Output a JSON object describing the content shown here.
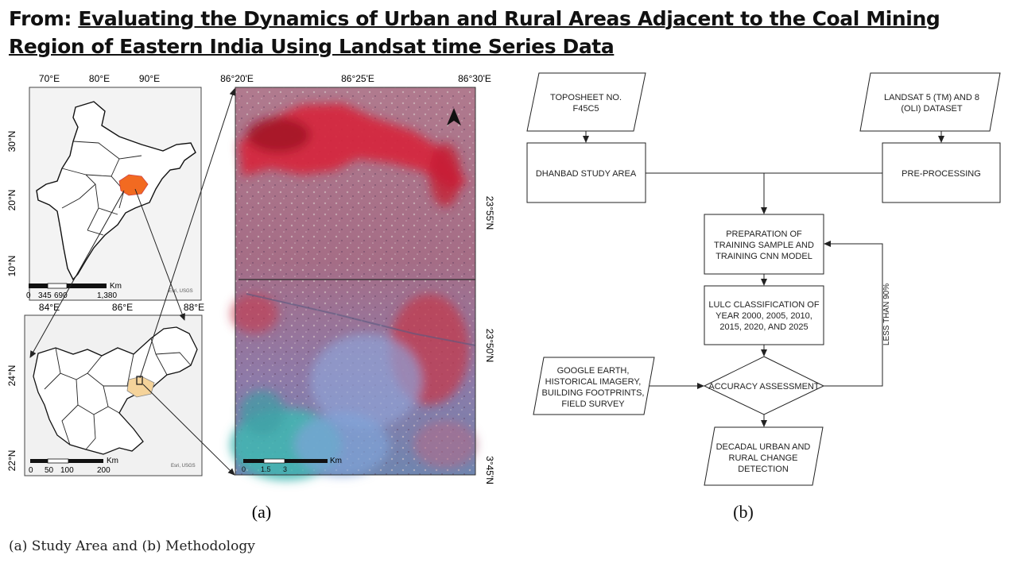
{
  "header": {
    "prefix": "From: ",
    "title_line1": "Evaluating the Dynamics of Urban and Rural Areas Adjacent to the Coal Mining",
    "title_line2": "Region of Eastern India Using Landsat time Series Data"
  },
  "caption": "(a) Study Area and (b) Methodology",
  "panel_a": {
    "label": "(a)",
    "india_map": {
      "top_ticks": [
        "70°E",
        "80°E",
        "90°E"
      ],
      "left_ticks": [
        "30°N",
        "20°N",
        "10°N"
      ],
      "scale_label": "Km",
      "scale_values": [
        "0",
        "345",
        "690",
        "1,380"
      ],
      "credit": "Esri, USGS"
    },
    "jharkhand_map": {
      "top_ticks": [
        "84°E",
        "86°E",
        "88°E"
      ],
      "left_ticks": [
        "24°N",
        "22°N"
      ],
      "scale_label": "Km",
      "scale_values": [
        "0",
        "50",
        "100",
        "200"
      ],
      "credit": "Esri, USGS"
    },
    "satellite": {
      "top_ticks": [
        "86°20'E",
        "86°25'E",
        "86°30'E"
      ],
      "right_ticks": [
        "23°55'N",
        "23°50'N",
        "3°45'N"
      ],
      "scale_label": "Km",
      "scale_values": [
        "0",
        "1.5",
        "3"
      ]
    }
  },
  "panel_b": {
    "label": "(b)",
    "boxes": {
      "toposheet": [
        "TOPOSHEET NO.",
        "F45C5"
      ],
      "landsat": [
        "LANDSAT 5 (TM) AND 8",
        "(OLI) DATASET"
      ],
      "study_area": [
        "DHANBAD STUDY AREA"
      ],
      "preprocessing": [
        "PRE-PROCESSING"
      ],
      "training": [
        "PREPARATION OF",
        "TRAINING SAMPLE AND",
        "TRAINING CNN MODEL"
      ],
      "lulc": [
        "LULC CLASSIFICATION OF",
        "YEAR 2000, 2005, 2010,",
        "2015, 2020, AND 2025"
      ],
      "reference": [
        "GOOGLE EARTH,",
        "HISTORICAL IMAGERY,",
        "BUILDING FOOTPRINTS,",
        "FIELD SURVEY"
      ],
      "accuracy": [
        "ACCURACY ASSESSMENT"
      ],
      "detection": [
        "DECADAL URBAN AND",
        "RURAL CHANGE",
        "DETECTION"
      ]
    },
    "loop_label": "LESS THAN 90%"
  }
}
